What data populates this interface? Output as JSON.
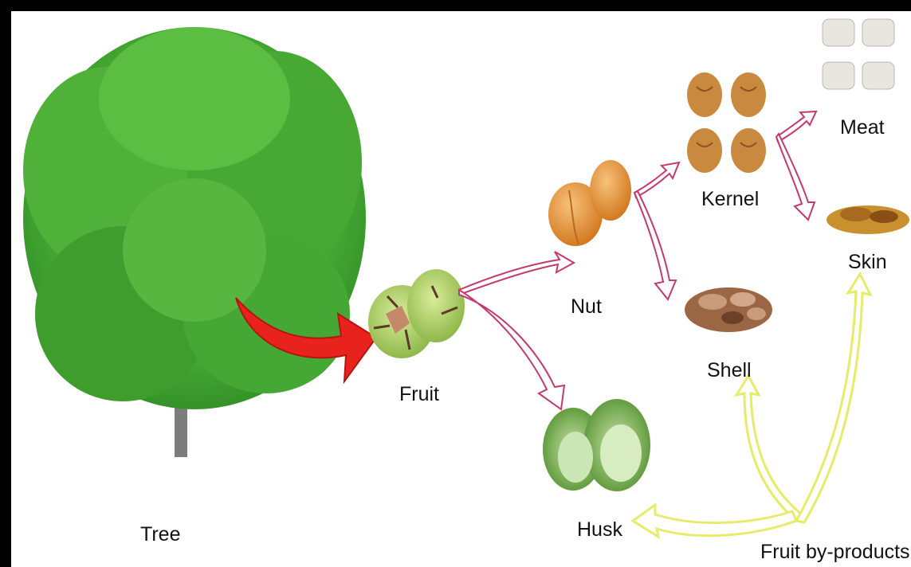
{
  "labels": {
    "tree": "Tree",
    "fruit": "Fruit",
    "nut": "Nut",
    "kernel": "Kernel",
    "meat": "Meat",
    "skin": "Skin",
    "shell": "Shell",
    "husk": "Husk",
    "by_products": "Fruit by-products"
  },
  "colors": {
    "foliage": "#4caf35",
    "trunk": "#7a7a7a",
    "big_arrow": "#e8231d",
    "pink_arrow": "#c23a6e",
    "yellow_arrow": "#e9ef7a",
    "fruit": "#a9c95b",
    "nut": "#e89a3c",
    "kernel": "#c98a3f",
    "meat": "#e8e6df",
    "shell": "#8a5a3a",
    "husk": "#6aa43b"
  }
}
